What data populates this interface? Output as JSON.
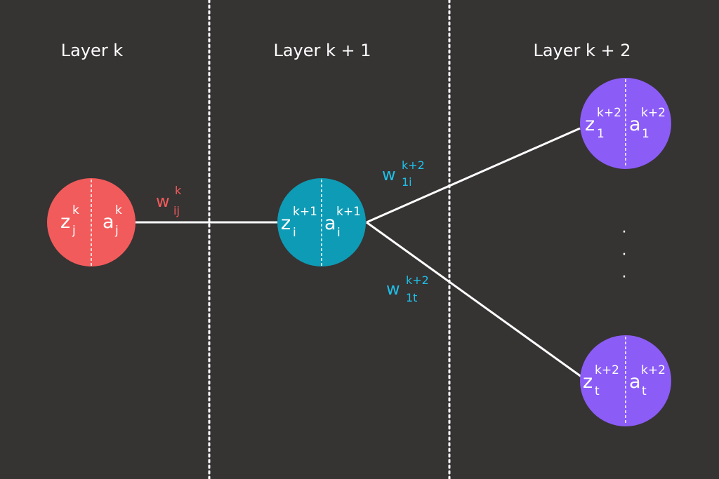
{
  "colors": {
    "background": "#363333",
    "layer_k_node": "#f25b5b",
    "layer_k1_node": "#0e9bb5",
    "layer_k2_node": "#8b5cf6",
    "weight_k_label": "#f25b5b",
    "weight_k2_label": "#1ec0e6",
    "edge": "#ffffff",
    "separator": "#ffffff"
  },
  "layers": [
    {
      "title": "Layer k"
    },
    {
      "title": "Layer k + 1"
    },
    {
      "title": "Layer k + 2"
    }
  ],
  "nodes": {
    "layer_k_j": {
      "z": {
        "base": "z",
        "sub": "j",
        "sup": "k"
      },
      "a": {
        "base": "a",
        "sub": "j",
        "sup": "k"
      }
    },
    "layer_k1_i": {
      "z": {
        "base": "z",
        "sub": "i",
        "sup": "k+1"
      },
      "a": {
        "base": "a",
        "sub": "i",
        "sup": "k+1"
      }
    },
    "layer_k2_1": {
      "z": {
        "base": "z",
        "sub": "1",
        "sup": "k+2"
      },
      "a": {
        "base": "a",
        "sub": "1",
        "sup": "k+2"
      }
    },
    "layer_k2_t": {
      "z": {
        "base": "z",
        "sub": "t",
        "sup": "k+2"
      },
      "a": {
        "base": "a",
        "sub": "t",
        "sup": "k+2"
      }
    }
  },
  "weights": {
    "w_ij_k": {
      "base": "w",
      "sub": "ij",
      "sup": "k"
    },
    "w_1i_k2": {
      "base": "w",
      "sub": "1i",
      "sup": "k+2"
    },
    "w_1t_k2": {
      "base": "w",
      "sub": "1t",
      "sup": "k+2"
    }
  },
  "ellipsis": "·"
}
